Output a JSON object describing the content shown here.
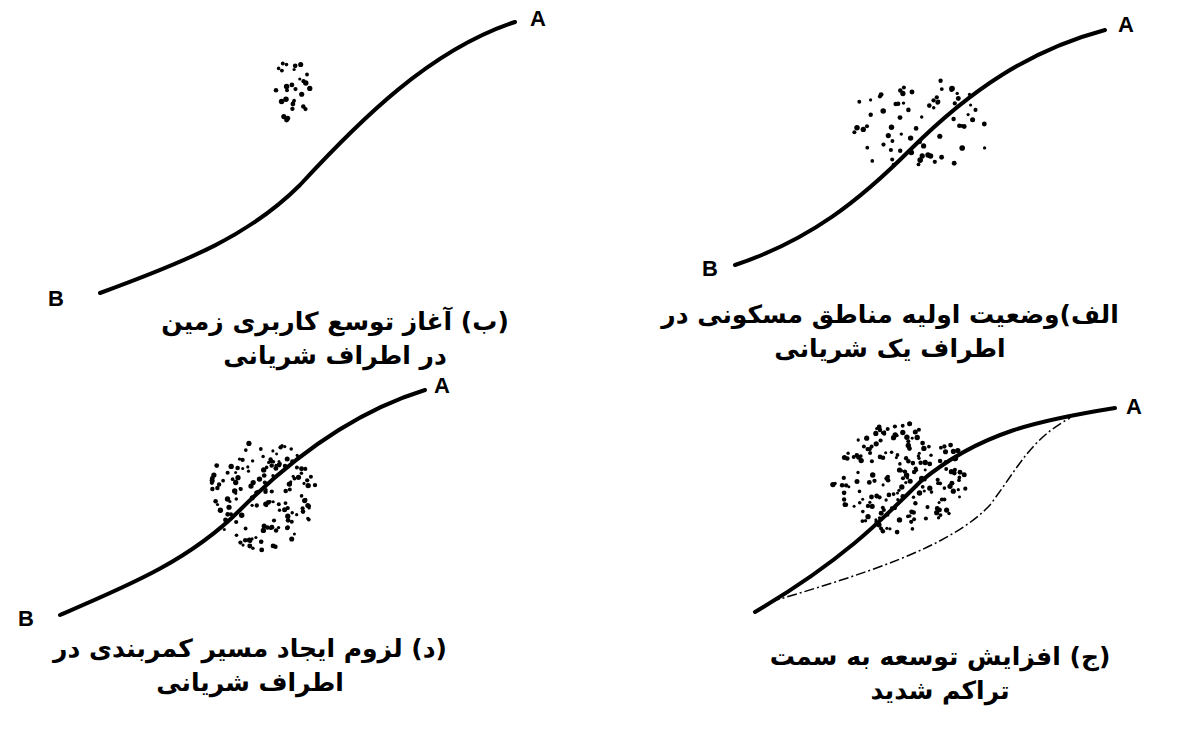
{
  "diagram": {
    "labels": [
      "A",
      "B",
      "الف)وضعیت اولیه مناطق مسکونی در اطراف یک شریانی",
      "A",
      "B",
      "(ب) آغاز توسع کاربری زمین در اطراف شریانی",
      "A",
      "(ج) افزایش توسعه به سمت تراکم شدید",
      "A",
      "B",
      "(د) لزوم ایجاد مسیر کمربندی در اطراف شریانی"
    ]
  }
}
